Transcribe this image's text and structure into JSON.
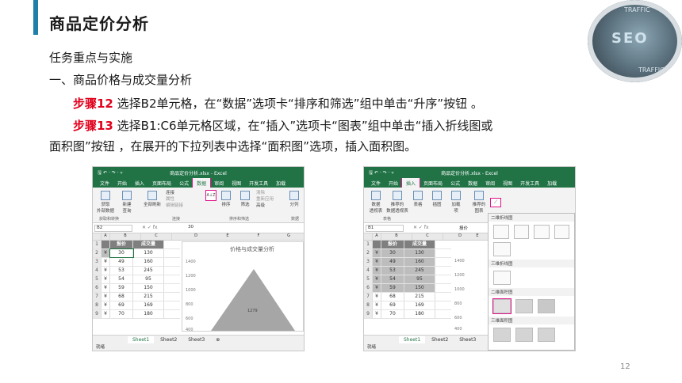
{
  "header": {
    "title": "商品定价分析",
    "logo_text": "SEO",
    "logo_tags": [
      "TRAFFIC",
      "TRAFFIC"
    ]
  },
  "section": {
    "heading": "任务重点与实施",
    "subheading": "一、商品价格与成交量分析"
  },
  "steps": [
    {
      "label": "步骤12",
      "text": "选择B2单元格，在“数据”选项卡“排序和筛选”组中单击“升序”按钮 。"
    },
    {
      "label": "步骤13",
      "text": "选择B1:C6单元格区域，在“插入”选项卡“图表”组中单击“插入折线图或",
      "text_cont": "面积图”按钮 ，在展开的下拉列表中选择“面积图”选项，插入面积图。"
    }
  ],
  "page_number": "12",
  "excel_left": {
    "window_title": "商品定价分析.xlsx - Excel",
    "quick_access": "🖫 ↶ · ↷ · ▿",
    "tabs": [
      "文件",
      "开始",
      "插入",
      "页面布局",
      "公式",
      "数据",
      "审阅",
      "视图",
      "开发工具",
      "加载"
    ],
    "active_tab": "数据",
    "ribbon": {
      "get_external": "获取\n外部数据",
      "new_query": "新建\n查询",
      "refresh_all": "全部刷新",
      "connections": "连接",
      "properties": "属性",
      "edit_links": "编辑链接",
      "sort_asc": "A↓Z",
      "sort": "排序",
      "filter": "筛选",
      "clear": "清除",
      "reapply": "重新应用",
      "advanced": "高级",
      "split": "分列",
      "groups": [
        "获取和转换",
        "连接",
        "排序和筛选",
        "数据"
      ]
    },
    "name_box": "B2",
    "formula_symbol": "✕ ✓ fx",
    "formula_value": "30",
    "columns": [
      "",
      "A",
      "B",
      "C",
      "D",
      "E",
      "F",
      "G"
    ],
    "rows": [
      {
        "n": "1",
        "cur": "",
        "price": "报价",
        "vol": "成交量"
      },
      {
        "n": "2",
        "cur": "¥",
        "price": "30",
        "vol": "130"
      },
      {
        "n": "3",
        "cur": "¥",
        "price": "49",
        "vol": "160"
      },
      {
        "n": "4",
        "cur": "¥",
        "price": "53",
        "vol": "245"
      },
      {
        "n": "5",
        "cur": "¥",
        "price": "54",
        "vol": "95"
      },
      {
        "n": "6",
        "cur": "¥",
        "price": "59",
        "vol": "150"
      },
      {
        "n": "7",
        "cur": "¥",
        "price": "68",
        "vol": "215"
      },
      {
        "n": "8",
        "cur": "¥",
        "price": "69",
        "vol": "169"
      },
      {
        "n": "9",
        "cur": "¥",
        "price": "70",
        "vol": "180"
      }
    ],
    "chart_title": "价格与成交量分析",
    "chart_yticks": [
      "1400",
      "1200",
      "1000",
      "800",
      "600",
      "400"
    ],
    "chart_label": "1279",
    "sheets": [
      "Sheet1",
      "Sheet2",
      "Sheet3"
    ],
    "add_sheet": "⊕",
    "status": "就绪"
  },
  "excel_right": {
    "window_title": "商品定价分析.xlsx - Excel",
    "quick_access": "🖫 ↶ · ↷ · ▿",
    "tabs": [
      "文件",
      "开始",
      "插入",
      "页面布局",
      "公式",
      "数据",
      "审阅",
      "视图",
      "开发工具",
      "加载"
    ],
    "active_tab": "插入",
    "ribbon": {
      "pivot": "数据\n透视表",
      "rec_pivot": "推荐的\n数据透视表",
      "table": "表格",
      "illustrations": "插图",
      "addins": "加载\n项",
      "rec_charts": "推荐的\n图表",
      "group_tables": "表格"
    },
    "name_box": "B1",
    "formula_symbol": "✕ ✓ fx",
    "formula_value": "报价",
    "columns": [
      "",
      "A",
      "B",
      "C",
      "D",
      "E"
    ],
    "rows": [
      {
        "n": "1",
        "cur": "",
        "price": "报价",
        "vol": "成交量"
      },
      {
        "n": "2",
        "cur": "¥",
        "price": "30",
        "vol": "130"
      },
      {
        "n": "3",
        "cur": "¥",
        "price": "49",
        "vol": "160"
      },
      {
        "n": "4",
        "cur": "¥",
        "price": "53",
        "vol": "245"
      },
      {
        "n": "5",
        "cur": "¥",
        "price": "54",
        "vol": "95"
      },
      {
        "n": "6",
        "cur": "¥",
        "price": "59",
        "vol": "150"
      },
      {
        "n": "7",
        "cur": "¥",
        "price": "68",
        "vol": "215"
      },
      {
        "n": "8",
        "cur": "¥",
        "price": "69",
        "vol": "169"
      },
      {
        "n": "9",
        "cur": "¥",
        "price": "70",
        "vol": "180"
      }
    ],
    "chart_yticks": [
      "1400",
      "1200",
      "1000",
      "800",
      "600",
      "400"
    ],
    "dropdown": {
      "line2d": "二维折线图",
      "line3d": "三维折线图",
      "area2d": "二维面积图",
      "area3d": "三维面积图"
    },
    "sheets": [
      "Sheet1",
      "Sheet2",
      "Sheet3"
    ],
    "status": "就绪"
  }
}
